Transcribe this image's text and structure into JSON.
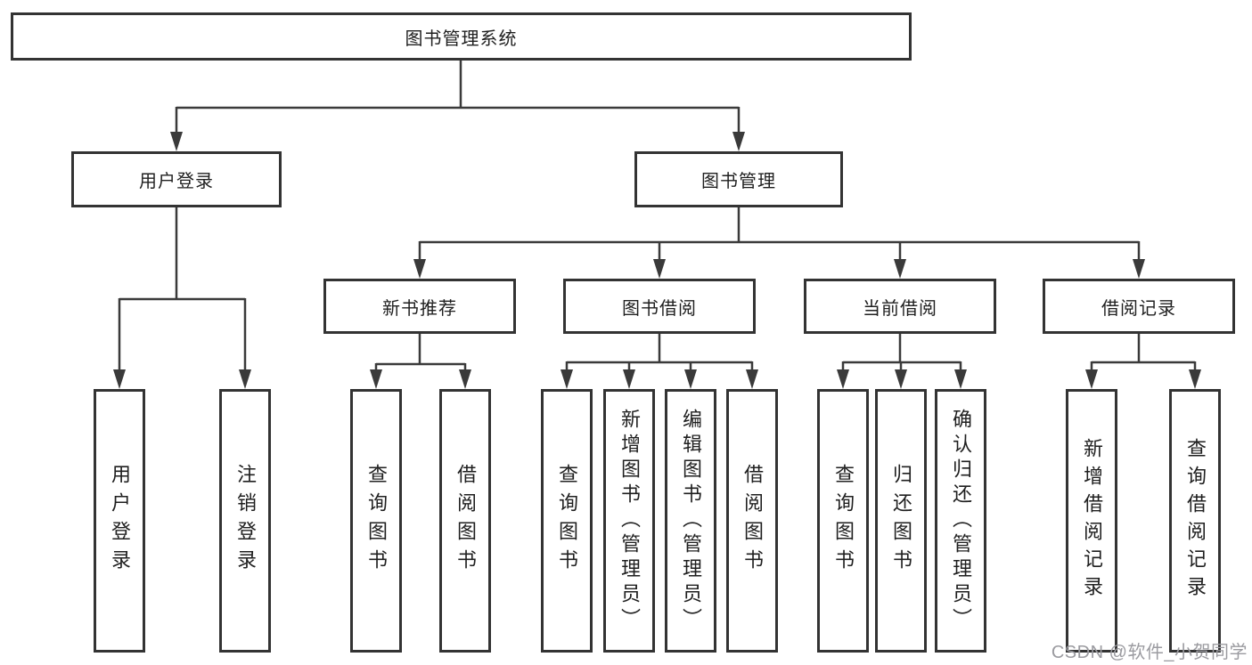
{
  "colors": {
    "background": "#ffffff",
    "box_border": "#333333",
    "line": "#3a3a3a",
    "text": "#1f1f1f",
    "watermark": "#9b9ba0"
  },
  "tree": {
    "root": {
      "label": "图书管理系统"
    },
    "branches": [
      {
        "label": "用户登录",
        "children": [
          {
            "label": "用户登录"
          },
          {
            "label": "注销登录"
          }
        ]
      },
      {
        "label": "图书管理",
        "children": [
          {
            "label": "新书推荐",
            "children": [
              {
                "label": "查询图书"
              },
              {
                "label": "借阅图书"
              }
            ]
          },
          {
            "label": "图书借阅",
            "children": [
              {
                "label": "查询图书"
              },
              {
                "label": "新增图书（管理员）"
              },
              {
                "label": "编辑图书（管理员）"
              },
              {
                "label": "借阅图书"
              }
            ]
          },
          {
            "label": "当前借阅",
            "children": [
              {
                "label": "查询图书"
              },
              {
                "label": "归还图书"
              },
              {
                "label": "确认归还（管理员）"
              }
            ]
          },
          {
            "label": "借阅记录",
            "children": [
              {
                "label": "新增借阅记录"
              },
              {
                "label": "查询借阅记录"
              }
            ]
          }
        ]
      }
    ]
  },
  "watermark": {
    "text": "CSDN @软件_小贺同学"
  }
}
